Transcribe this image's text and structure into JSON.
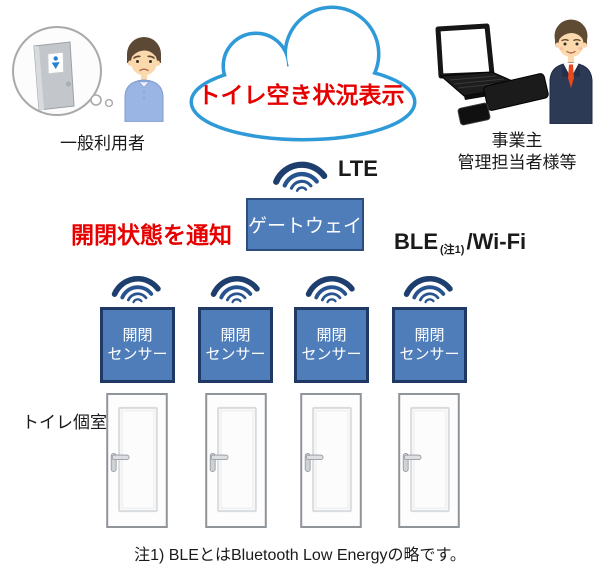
{
  "labels": {
    "general_user": "一般利用者",
    "cloud_title": "トイレ空き状況表示",
    "manager_line1": "事業主",
    "manager_line2": "管理担当者様等",
    "lte": "LTE",
    "notify_status": "開閉状態を通知",
    "gateway": "ゲートウェイ",
    "ble": "BLE",
    "ble_note_ref": "(注1)",
    "wifi_suffix": "/Wi-Fi",
    "toilet_stall": "トイレ個室",
    "footnote": "注1) BLEとはBluetooth Low Energyの略です。"
  },
  "sensor": {
    "line1": "開閉",
    "line2": "センサー"
  },
  "icons": {
    "cloud": "cloud-icon",
    "wifi": "wifi-signal-icon",
    "thought_bubble": "thought-bubble-restroom-icon",
    "door": "toilet-door-icon",
    "devices": "laptop-tablet-phone-icon",
    "general_user": "worried-user-icon",
    "manager": "business-manager-icon"
  },
  "colors": {
    "highlight_red": "#e60000",
    "box_fill": "#4f7dba",
    "sensor_border": "#1f3864",
    "gateway_border": "#2c4d7e",
    "wifi_dark": "#1e3f6e",
    "wifi_mid": "#27548f",
    "cloud_stroke": "#2e9ad8",
    "text": "#1a1a1a"
  }
}
